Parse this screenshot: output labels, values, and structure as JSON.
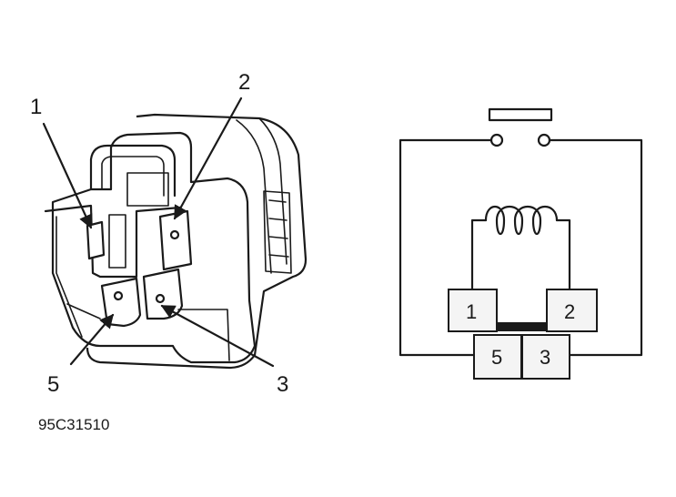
{
  "relay_drawing": {
    "callouts": [
      {
        "id": "1",
        "text": "1"
      },
      {
        "id": "2",
        "text": "2"
      },
      {
        "id": "5",
        "text": "5"
      },
      {
        "id": "3",
        "text": "3"
      }
    ]
  },
  "schematic": {
    "terminals": [
      {
        "id": "t1",
        "text": "1"
      },
      {
        "id": "t2",
        "text": "2"
      },
      {
        "id": "t5",
        "text": "5"
      },
      {
        "id": "t3",
        "text": "3"
      }
    ]
  },
  "figure_code": "95C31510",
  "colors": {
    "ink": "#1a1a1a",
    "paper": "#ffffff",
    "terminal_fill": "#f4f4f4"
  }
}
